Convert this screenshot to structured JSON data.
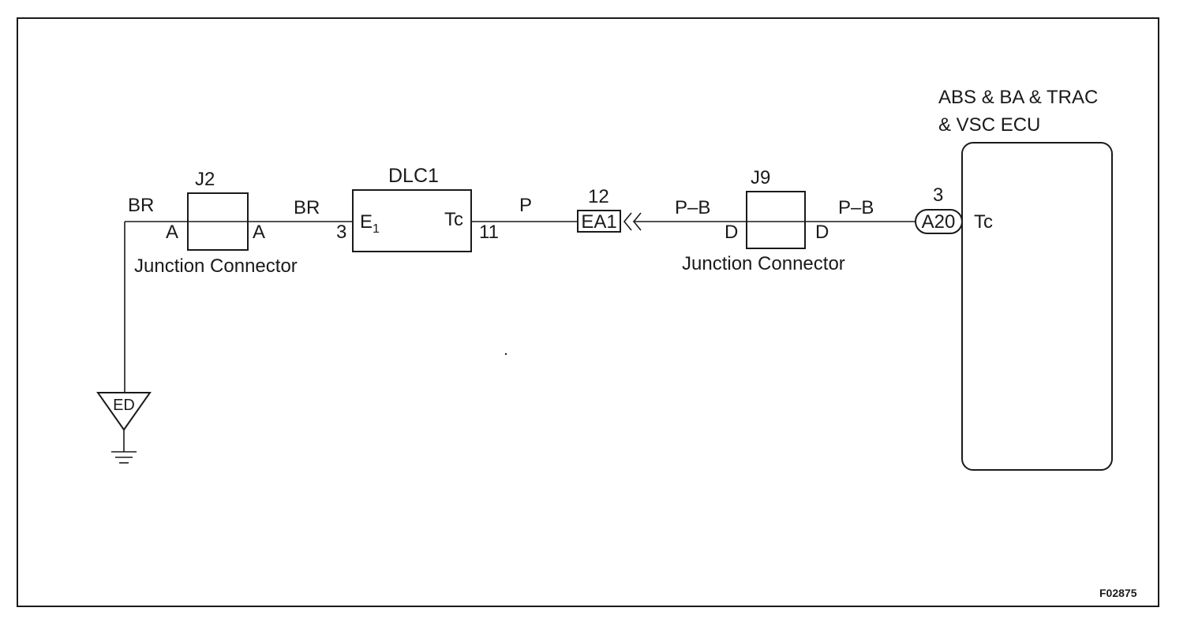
{
  "figure_id": "F02875",
  "wire_colors": {
    "br": "BR",
    "p": "P",
    "pb": "P–B"
  },
  "j2": {
    "name": "J2",
    "pin_left": "A",
    "pin_right": "A",
    "caption": "Junction Connector"
  },
  "dlc1": {
    "name": "DLC1",
    "pin_left_number": "3",
    "pin_left_label": "E",
    "pin_left_sub": "1",
    "pin_right_label": "Tc",
    "pin_right_number": "11"
  },
  "ea1": {
    "name": "EA1",
    "pin_number": "12"
  },
  "j9": {
    "name": "J9",
    "pin_left": "D",
    "pin_right": "D",
    "caption": "Junction Connector"
  },
  "ecu": {
    "title_line1": "ABS & BA & TRAC",
    "title_line2": "& VSC ECU",
    "connector": "A20",
    "pin_number": "3",
    "pin_label": "Tc"
  },
  "ground": {
    "label": "ED"
  }
}
